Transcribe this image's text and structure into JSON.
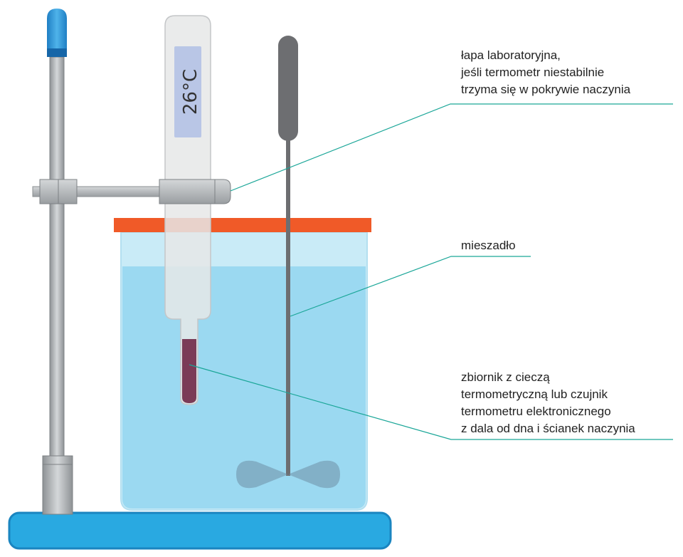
{
  "thermometer": {
    "reading": "26°C"
  },
  "labels": {
    "clamp": [
      "łapa laboratoryjna,",
      "jeśli termometr niestabilnie",
      "trzyma się w pokrywie naczynia"
    ],
    "stirrer": [
      "mieszadło"
    ],
    "reservoir": [
      "zbiornik z cieczą",
      "termometryczną lub czujnik",
      "termometru elektronicznego",
      "z dala od dna i ścianek naczynia"
    ]
  },
  "colors": {
    "base": "#29a9e1",
    "water": "#9bd9f1",
    "lid": "#f05a28",
    "stand_rod": "#a3a7aa",
    "stand_cap": "#2f8fd0",
    "thermometer_body": "#e6e7e8",
    "display": "#b9c6e6",
    "thermo_liquid": "#7b3b57",
    "stirrer": "#6d6e71",
    "leader_line": "#1aa698"
  }
}
